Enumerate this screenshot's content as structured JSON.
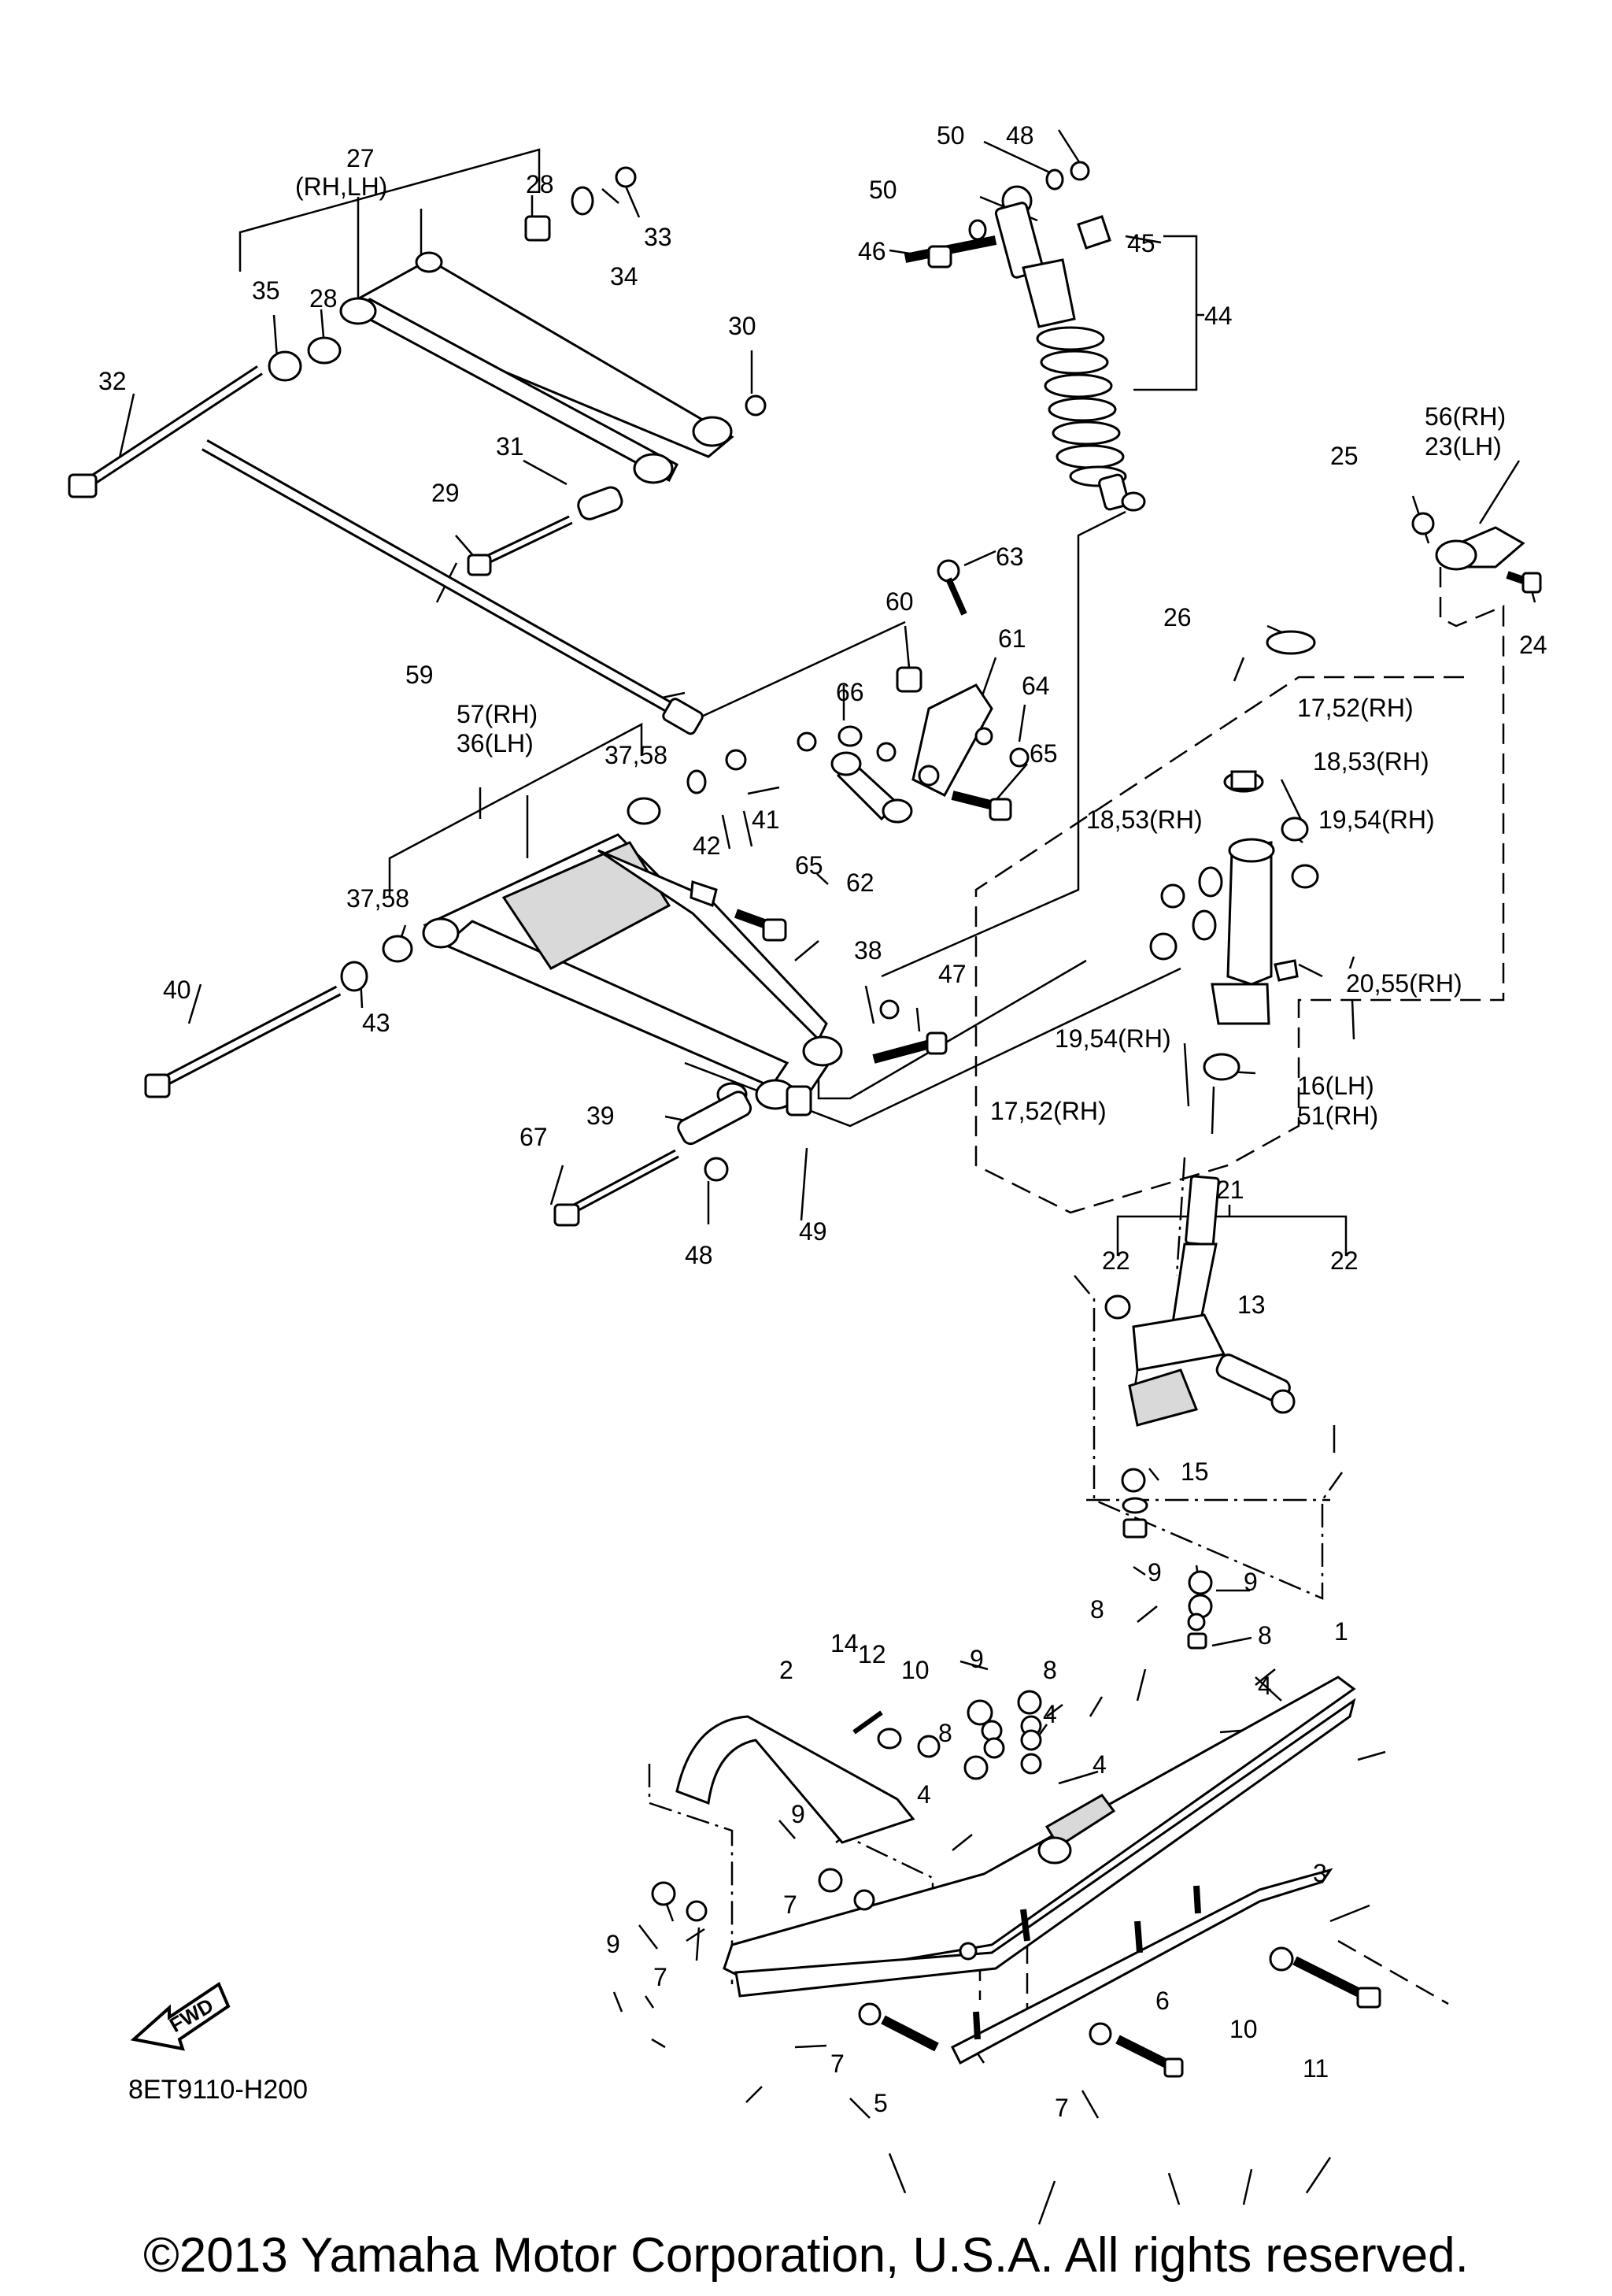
{
  "diagram_code": "8ET9110-H200",
  "fwd_badge": "FWD",
  "copyright": "©2013 Yamaha Motor Corporation, U.S.A. All rights reserved.",
  "callouts": {
    "c1": "1",
    "c2": "2",
    "c3": "3",
    "c4a": "4",
    "c4b": "4",
    "c4c": "4",
    "c4d": "4",
    "c5": "5",
    "c6": "6",
    "c7a": "7",
    "c7b": "7",
    "c7c": "7",
    "c7d": "7",
    "c8a": "8",
    "c8b": "8",
    "c8c": "8",
    "c8d": "8",
    "c9a": "9",
    "c9b": "9",
    "c9c": "9",
    "c9d": "9",
    "c9e": "9",
    "c10a": "10",
    "c10b": "10",
    "c11": "11",
    "c12": "12",
    "c13": "13",
    "c14": "14",
    "c15": "15",
    "c16": "16(LH)",
    "c16b": "51(RH)",
    "c17a": "17,52(RH)",
    "c17b": "17,52(RH)",
    "c18a": "18,53(RH)",
    "c18b": "18,53(RH)",
    "c19a": "19,54(RH)",
    "c19b": "19,54(RH)",
    "c20": "20,55(RH)",
    "c21": "21",
    "c22a": "22",
    "c22b": "22",
    "c23a": "56(RH)",
    "c23b": "23(LH)",
    "c24": "24",
    "c25": "25",
    "c26": "26",
    "c27a": "27",
    "c27b": "(RH,LH)",
    "c28a": "28",
    "c28b": "28",
    "c29": "29",
    "c30": "30",
    "c31": "31",
    "c32": "32",
    "c33": "33",
    "c34": "34",
    "c35": "35",
    "c36a": "57(RH)",
    "c36b": "36(LH)",
    "c37a": "37,58",
    "c37b": "37,58",
    "c38": "38",
    "c39": "39",
    "c40": "40",
    "c41": "41",
    "c42": "42",
    "c43": "43",
    "c44": "44",
    "c45": "45",
    "c46": "46",
    "c47": "47",
    "c48a": "48",
    "c48b": "48",
    "c49": "49",
    "c50a": "50",
    "c50b": "50",
    "c59": "59",
    "c60": "60",
    "c61": "61",
    "c62": "62",
    "c63": "63",
    "c64": "64",
    "c65a": "65",
    "c65b": "65",
    "c66": "66",
    "c67": "67"
  }
}
